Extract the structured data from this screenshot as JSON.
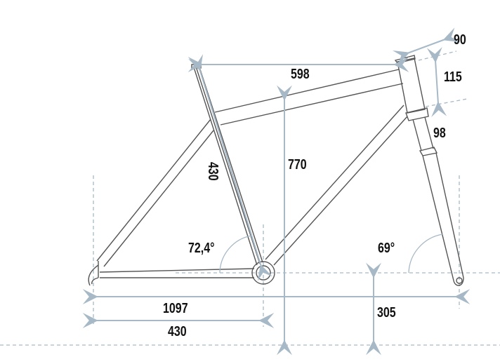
{
  "diagram": {
    "labels": {
      "stem_length": "90",
      "reach_top_tube": "598",
      "head_tube": "115",
      "fork_offset_height": "98",
      "stack_standover": "770",
      "seat_tube": "430",
      "seat_angle": "72,4°",
      "head_angle": "69°",
      "wheelbase": "1097",
      "chainstay": "430",
      "bb_height": "305"
    },
    "colors": {
      "dimension_lines": "#a7b9c6",
      "frame_lines": "#555555",
      "text": "#111111"
    }
  }
}
